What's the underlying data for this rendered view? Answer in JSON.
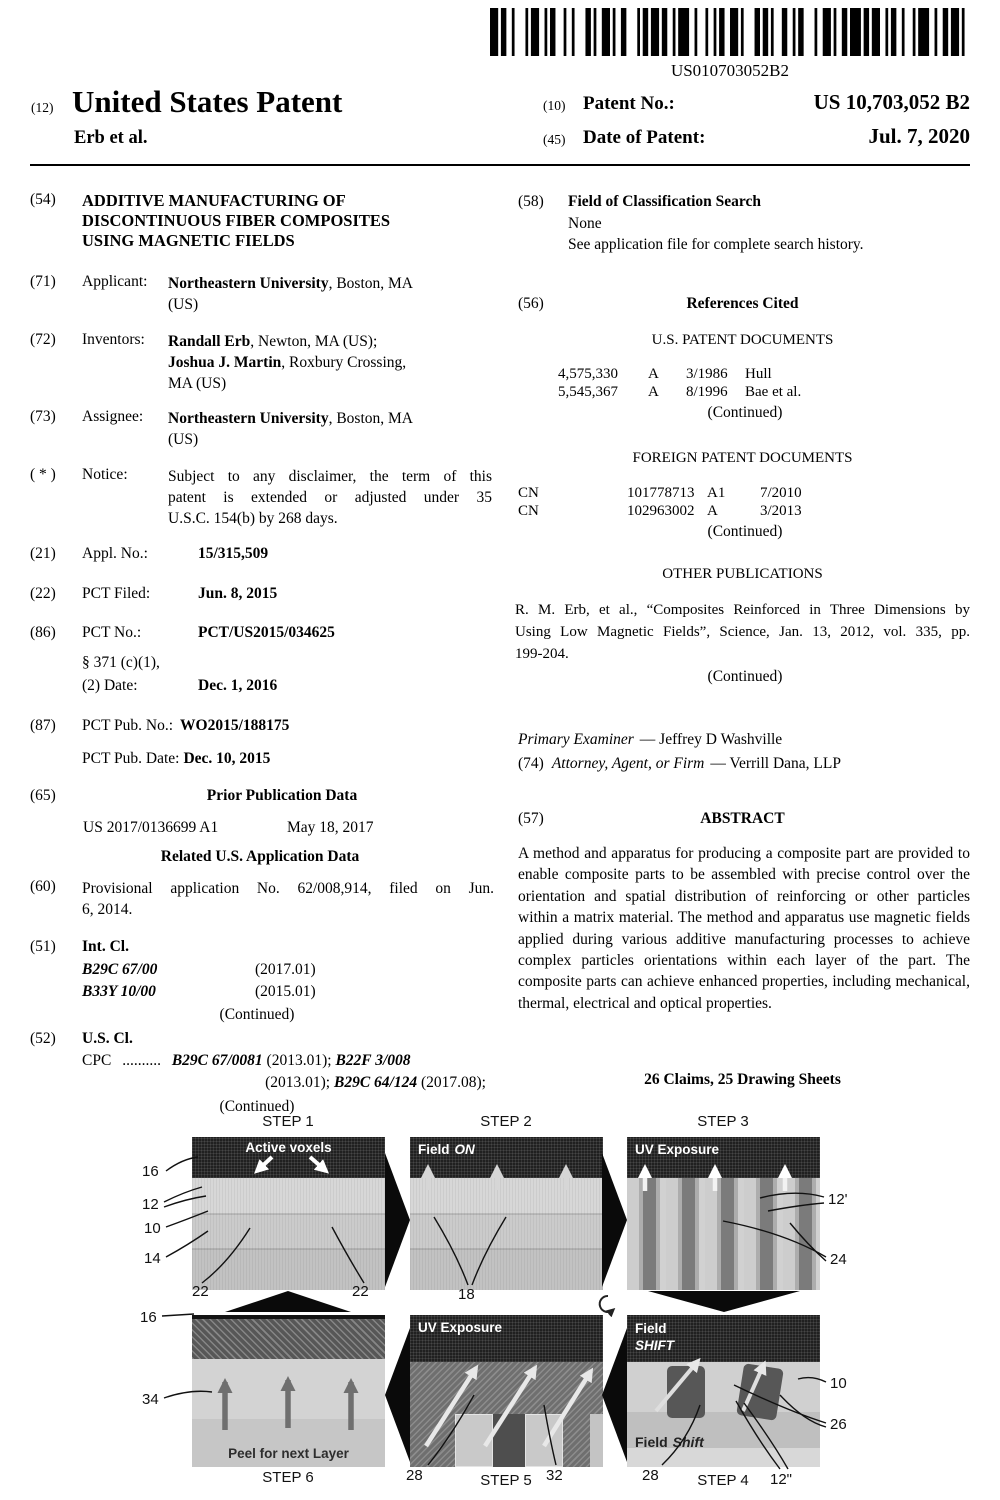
{
  "header": {
    "barcode_label": "US010703052B2",
    "num": "(12)",
    "title": "United States Patent",
    "authors": "Erb et al.",
    "patent_no_num": "(10)",
    "patent_no_label": "Patent No.:",
    "patent_no_value": "US 10,703,052 B2",
    "date_num": "(45)",
    "date_label": "Date of Patent:",
    "date_value": "Jul. 7, 2020"
  },
  "left": {
    "f54": {
      "num": "(54)",
      "lines": [
        "ADDITIVE MANUFACTURING OF",
        "DISCONTINUOUS FIBER COMPOSITES",
        "USING MAGNETIC FIELDS"
      ]
    },
    "f71": {
      "num": "(71)",
      "label": "Applicant:",
      "bold": "Northeastern University",
      "rest": ", Boston, MA",
      "line2": "(US)"
    },
    "f72": {
      "num": "(72)",
      "label": "Inventors:",
      "b1": "Randall Erb",
      "r1": ", Newton, MA (US);",
      "b2": "Joshua J. Martin",
      "r2": ", Roxbury Crossing,",
      "line3": "MA (US)"
    },
    "f73": {
      "num": "(73)",
      "label": "Assignee:",
      "bold": "Northeastern University",
      "rest": ", Boston, MA",
      "line2": "(US)"
    },
    "notice": {
      "num": "( * )",
      "label": "Notice:",
      "lines": [
        "Subject to any disclaimer, the term of this",
        "patent is extended or adjusted under 35",
        "U.S.C. 154(b) by 268 days."
      ]
    },
    "f21": {
      "num": "(21)",
      "label": "Appl. No.:",
      "value": "15/315,509"
    },
    "f22": {
      "num": "(22)",
      "label": "PCT Filed:",
      "value": "Jun. 8, 2015"
    },
    "f86": {
      "num": "(86)",
      "label": "PCT No.:",
      "value": "PCT/US2015/034625",
      "sub1": "§ 371 (c)(1),",
      "sub2_label": "(2) Date:",
      "sub2_value": "Dec. 1, 2016"
    },
    "f87": {
      "num": "(87)",
      "label": "PCT Pub. No.:",
      "value": "WO2015/188175",
      "date_label": "PCT Pub. Date:",
      "date_value": "Dec. 10, 2015"
    },
    "f65": {
      "num": "(65)",
      "title": "Prior Publication Data",
      "pub": "US 2017/0136699 A1",
      "date": "May 18, 2017"
    },
    "related_title": "Related U.S. Application Data",
    "f60": {
      "num": "(60)",
      "lines": [
        "Provisional application No. 62/008,914, filed on Jun.",
        "6, 2014."
      ]
    },
    "f51": {
      "num": "(51)",
      "label": "Int. Cl.",
      "rows": [
        {
          "code": "B29C 67/00",
          "ver": "(2017.01)"
        },
        {
          "code": "B33Y 10/00",
          "ver": "(2015.01)"
        }
      ],
      "cont": "(Continued)"
    },
    "f52": {
      "num": "(52)",
      "label": "U.S. Cl.",
      "cpc": "CPC",
      "dots": "..........",
      "b1": "B29C 67/0081",
      "r1": " (2013.01); ",
      "b2": "B22F 3/008",
      "l2r1": "(2013.01); ",
      "l2b1": "B29C 64/124",
      "l2r2": " (2017.08);",
      "cont": "(Continued)"
    }
  },
  "right": {
    "f58": {
      "num": "(58)",
      "title": "Field of Classification Search",
      "line1": "None",
      "line2": "See application file for complete search history."
    },
    "f56": {
      "num": "(56)",
      "title": "References Cited"
    },
    "us": {
      "title": "U.S. PATENT DOCUMENTS",
      "rows": [
        {
          "no": "4,575,330",
          "kind": "A",
          "date": "3/1986",
          "name": "Hull"
        },
        {
          "no": "5,545,367",
          "kind": "A",
          "date": "8/1996",
          "name": "Bae et al."
        }
      ],
      "cont": "(Continued)"
    },
    "foreign": {
      "title": "FOREIGN PATENT DOCUMENTS",
      "rows": [
        {
          "cc": "CN",
          "no": "101778713",
          "kind": "A1",
          "date": "7/2010"
        },
        {
          "cc": "CN",
          "no": "102963002",
          "kind": "A",
          "date": "3/2013"
        }
      ],
      "cont": "(Continued)"
    },
    "other": {
      "title": "OTHER PUBLICATIONS",
      "lines": [
        "R. M. Erb, et al., “Composites Reinforced in Three Dimensions by",
        "Using Low Magnetic Fields”, Science, Jan. 13, 2012, vol. 335, pp.",
        "199-204."
      ],
      "cont": "(Continued)"
    },
    "examiner": {
      "label": "Primary Examiner",
      "value": "— Jeffrey D Washville"
    },
    "attorney": {
      "num": "(74)",
      "label": "Attorney, Agent, or Firm",
      "value": "— Verrill Dana, LLP"
    },
    "abstract": {
      "num": "(57)",
      "title": "ABSTRACT",
      "text": "A method and apparatus for producing a composite part are provided to enable composite parts to be assembled with precise control over the orientation and spatial distribution of reinforcing or other particles within a matrix material. The method and apparatus use magnetic fields applied during various additive manufacturing processes to achieve complex particles orientations within each layer of the part. The composite parts can achieve enhanced properties, including mechanical, thermal, electrical and optical properties."
    },
    "claims": "26 Claims, 25 Drawing Sheets"
  },
  "figure": {
    "steps": {
      "s1": {
        "label": "STEP 1",
        "text": "Active voxels"
      },
      "s2": {
        "label": "STEP 2",
        "text1": "Field",
        "text2": "ON"
      },
      "s3": {
        "label": "STEP 3",
        "text": "UV Exposure"
      },
      "s4": {
        "label": "STEP 4",
        "text1": "Field",
        "text2": "SHIFT",
        "text3": "Field",
        "text4": "Shift"
      },
      "s5": {
        "label": "STEP 5",
        "text": "UV Exposure"
      },
      "s6": {
        "label": "STEP 6",
        "text": "Peel for next Layer"
      }
    },
    "refs": {
      "r16a": "16",
      "r12": "12",
      "r10a": "10",
      "r14": "14",
      "r22a": "22",
      "r22b": "22",
      "r18": "18",
      "r12p": "12'",
      "r24": "24",
      "r16b": "16",
      "r34": "34",
      "r28a": "28",
      "r32": "32",
      "r28b": "28",
      "r12pp": "12\"",
      "r10b": "10",
      "r26": "26"
    }
  }
}
